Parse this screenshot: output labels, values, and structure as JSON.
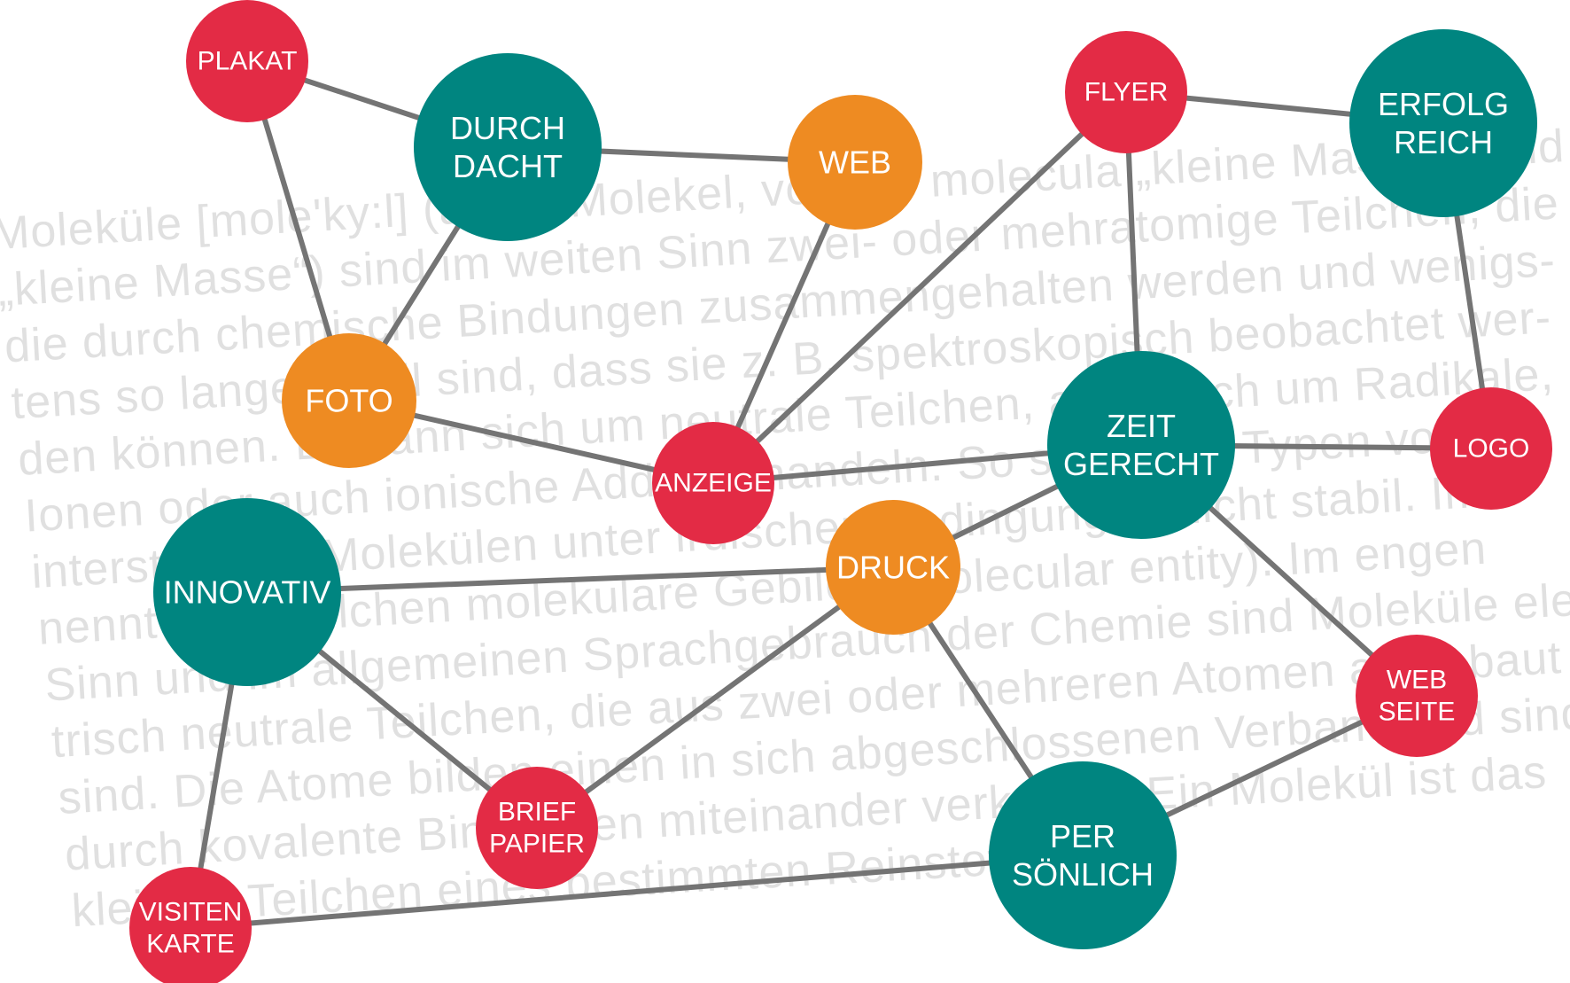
{
  "colors": {
    "red": "#e32b45",
    "teal": "#008580",
    "orange": "#ee8b22",
    "edge": "#747474",
    "background_text": "#e0e0e0"
  },
  "background_text": [
    "Moleküle [mole'ky:l] (auch: Molekel, von lat. molecula „kleine Masse“) sind im weiten Sinn zwei- oder mehratomige Teilchen,",
    "„kleine Masse“) sind im weiten Sinn zwei- oder mehratomige Teilchen, die durch chemische",
    "die durch chemische Bindungen zusammengehalten werden und wenigs-",
    "tens so lange stabil sind, dass sie z. B. spektroskopisch beobachtet wer-",
    "den können. Es kann sich um neutrale Teilchen, aber auch um Radikale,",
    "Ionen oder auch ionische Addukte handeln. So sind viele Typen von",
    "interstellaren Molekülen unter irdischen Bedingungen nicht stabil. Im",
    "nennt man Teilchen molekulare Gebilde (molecular entity). Im engen",
    "Sinn und im allgemeinen Sprachgebrauch der Chemie sind Moleküle elek-",
    "trisch neutrale Teilchen, die aus zwei oder mehreren Atomen aufgebaut",
    "sind. Die Atome bilden einen in sich abgeschlossenen Verband und sind",
    "durch kovalente Bindungen miteinander verknüpft. Ein Molekül ist das",
    "kleinste Teilchen eines bestimmten Reinstoffs."
  ],
  "nodes": [
    {
      "id": "plakat",
      "lines": [
        "PLAKAT"
      ],
      "color": "red"
    },
    {
      "id": "durchdacht",
      "lines": [
        "DURCH",
        "DACHT"
      ],
      "color": "teal"
    },
    {
      "id": "web",
      "lines": [
        "WEB"
      ],
      "color": "orange"
    },
    {
      "id": "flyer",
      "lines": [
        "FLYER"
      ],
      "color": "red"
    },
    {
      "id": "erfolgreich",
      "lines": [
        "ERFOLG",
        "REICH"
      ],
      "color": "teal"
    },
    {
      "id": "foto",
      "lines": [
        "FOTO"
      ],
      "color": "orange"
    },
    {
      "id": "anzeige",
      "lines": [
        "ANZEIGE"
      ],
      "color": "red"
    },
    {
      "id": "zeitgerecht",
      "lines": [
        "ZEIT",
        "GERECHT"
      ],
      "color": "teal"
    },
    {
      "id": "logo",
      "lines": [
        "LOGO"
      ],
      "color": "red"
    },
    {
      "id": "innovativ",
      "lines": [
        "INNOVATIV"
      ],
      "color": "teal"
    },
    {
      "id": "druck",
      "lines": [
        "DRUCK"
      ],
      "color": "orange"
    },
    {
      "id": "webseite",
      "lines": [
        "WEB",
        "SEITE"
      ],
      "color": "red"
    },
    {
      "id": "briefpapier",
      "lines": [
        "BRIEF",
        "PAPIER"
      ],
      "color": "red"
    },
    {
      "id": "persoenlich",
      "lines": [
        "PER",
        "SÖNLICH"
      ],
      "color": "teal"
    },
    {
      "id": "visitenkarte",
      "lines": [
        "VISITEN",
        "KARTE"
      ],
      "color": "red"
    }
  ],
  "edges": [
    [
      "plakat",
      "durchdacht"
    ],
    [
      "plakat",
      "foto"
    ],
    [
      "durchdacht",
      "web"
    ],
    [
      "durchdacht",
      "foto"
    ],
    [
      "foto",
      "anzeige"
    ],
    [
      "web",
      "anzeige"
    ],
    [
      "anzeige",
      "flyer"
    ],
    [
      "anzeige",
      "zeitgerecht"
    ],
    [
      "flyer",
      "erfolgreich"
    ],
    [
      "flyer",
      "zeitgerecht"
    ],
    [
      "erfolgreich",
      "logo"
    ],
    [
      "zeitgerecht",
      "logo"
    ],
    [
      "zeitgerecht",
      "druck"
    ],
    [
      "zeitgerecht",
      "webseite"
    ],
    [
      "innovativ",
      "druck"
    ],
    [
      "innovativ",
      "briefpapier"
    ],
    [
      "innovativ",
      "visitenkarte"
    ],
    [
      "druck",
      "briefpapier"
    ],
    [
      "druck",
      "persoenlich"
    ],
    [
      "webseite",
      "persoenlich"
    ],
    [
      "persoenlich",
      "visitenkarte"
    ]
  ]
}
